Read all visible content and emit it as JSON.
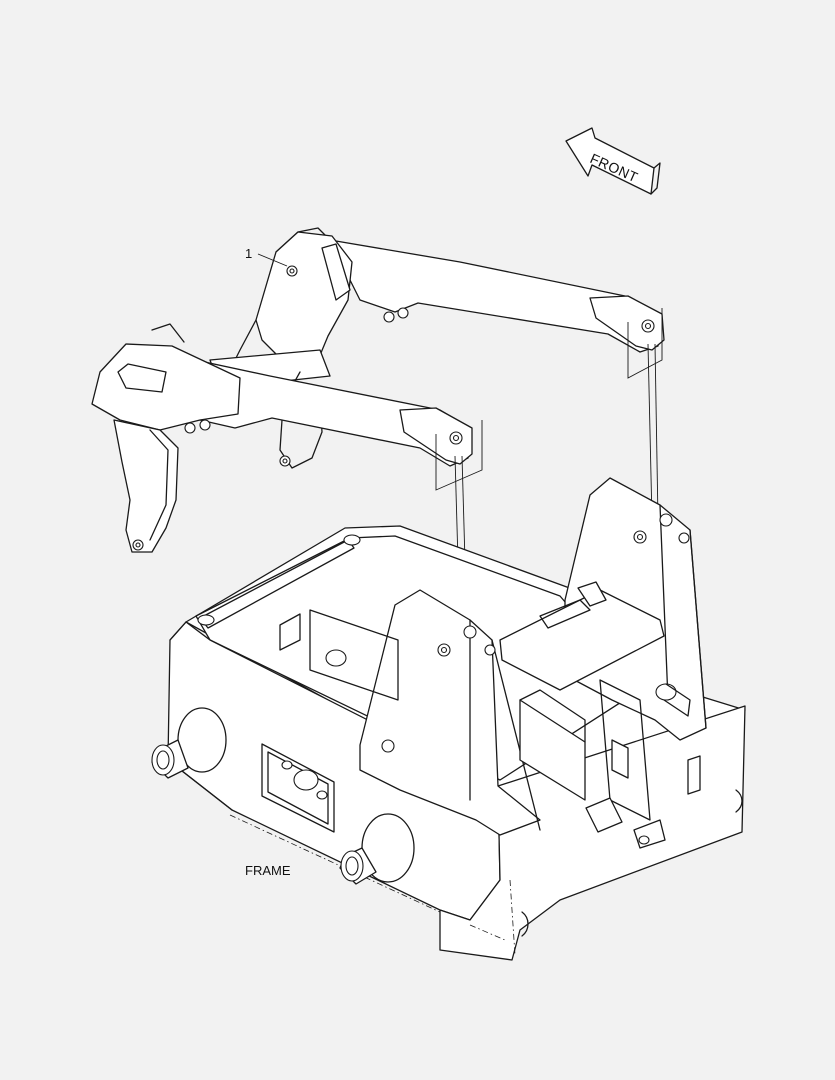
{
  "diagram": {
    "caption": "FRAME",
    "front_label": "FRONT",
    "callouts": [
      {
        "id": "1",
        "text": "1"
      }
    ]
  },
  "colors": {
    "background": "#f2f2f2",
    "line": "#1a1a1a",
    "fill": "#ffffff"
  }
}
